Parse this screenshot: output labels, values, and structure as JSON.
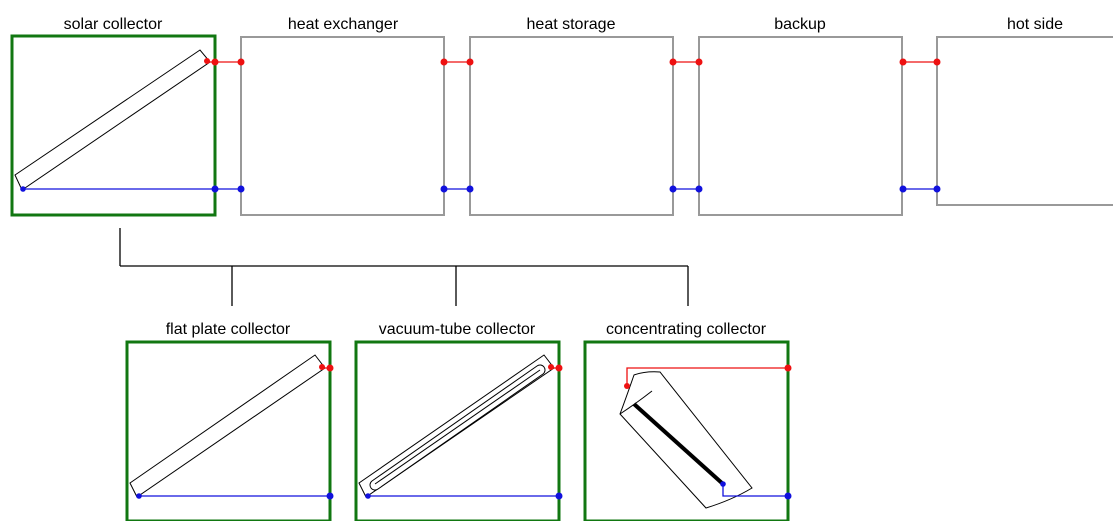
{
  "top_row": {
    "solar_collector": "solar collector",
    "heat_exchanger": "heat exchanger",
    "heat_storage": "heat storage",
    "backup": "backup",
    "hot_side": "hot side"
  },
  "collector_types": {
    "flat_plate": "flat plate collector",
    "vacuum_tube": "vacuum-tube collector",
    "concentrating": "concentrating collector"
  },
  "colors": {
    "selected_border": "#117711",
    "component_border": "#999999",
    "hot_line": "#ee1111",
    "cold_line": "#1111dd"
  }
}
